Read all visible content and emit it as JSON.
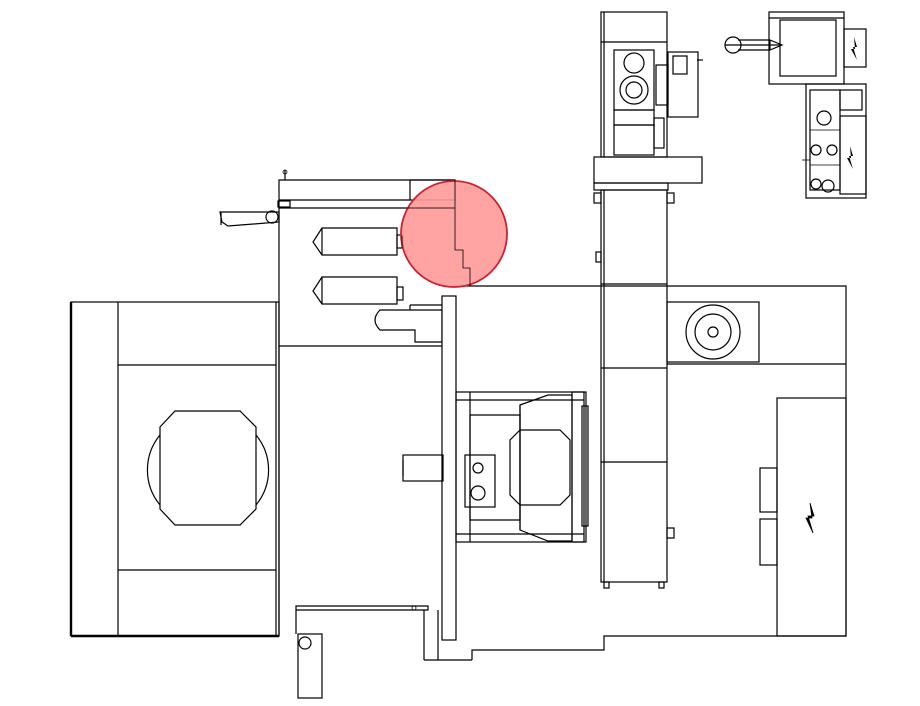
{
  "diagram": {
    "type": "machine-layout-plan",
    "colors": {
      "line": "#000000",
      "background": "#ffffff",
      "highlight_fill": "#ff9999",
      "highlight_stroke": "#cc2233"
    },
    "symbols": [
      "electrical-hazard-icon"
    ],
    "highlight": {
      "shape": "circle",
      "target": "nozzle-area"
    }
  }
}
